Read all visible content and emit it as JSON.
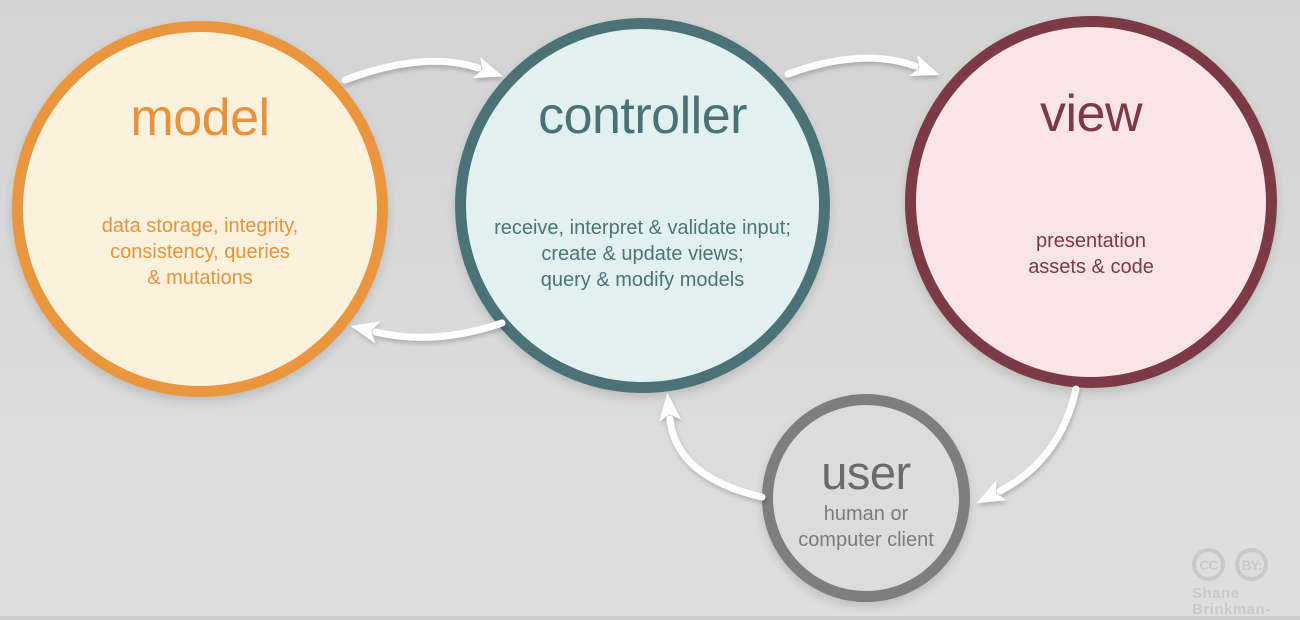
{
  "background": {
    "top_color": "#d3d3d3",
    "bottom_color": "#dfdfdf",
    "edge_strip_color": "#cbcbcb"
  },
  "arrows": {
    "color": "#ffffff"
  },
  "nodes": {
    "model": {
      "title": "model",
      "description": "data storage, integrity,\nconsistency, queries\n& mutations",
      "border_color": "#e9963f",
      "fill_color": "#fcf1dd",
      "title_color": "#e8923b",
      "description_color": "#e8943e"
    },
    "controller": {
      "title": "controller",
      "description": "receive, interpret & validate input;\ncreate & update views;\nquery & modify models",
      "border_color": "#4b7377",
      "fill_color": "#e2f1ef",
      "title_color": "#497276",
      "description_color": "#4a7478"
    },
    "view": {
      "title": "view",
      "description": "presentation\nassets & code",
      "border_color": "#7b3a44",
      "fill_color": "#f9e4e7",
      "title_color": "#7d3a46",
      "description_color": "#7d3a46"
    },
    "user": {
      "title": "user",
      "description": "human or\ncomputer client",
      "border_color": "#7e7e7e",
      "fill_color": "#dcdcdc",
      "title_color": "#6b6b6b",
      "description_color": "#7b7b7b"
    }
  },
  "edges": [
    {
      "from": "model",
      "to": "controller"
    },
    {
      "from": "controller",
      "to": "view"
    },
    {
      "from": "view",
      "to": "user"
    },
    {
      "from": "user",
      "to": "controller"
    },
    {
      "from": "controller",
      "to": "model"
    }
  ],
  "attribution": {
    "cc_badge": "CC",
    "by_badge": "BY:",
    "author": "Shane\nBrinkman-Davis",
    "color": "#c9c9c9"
  }
}
